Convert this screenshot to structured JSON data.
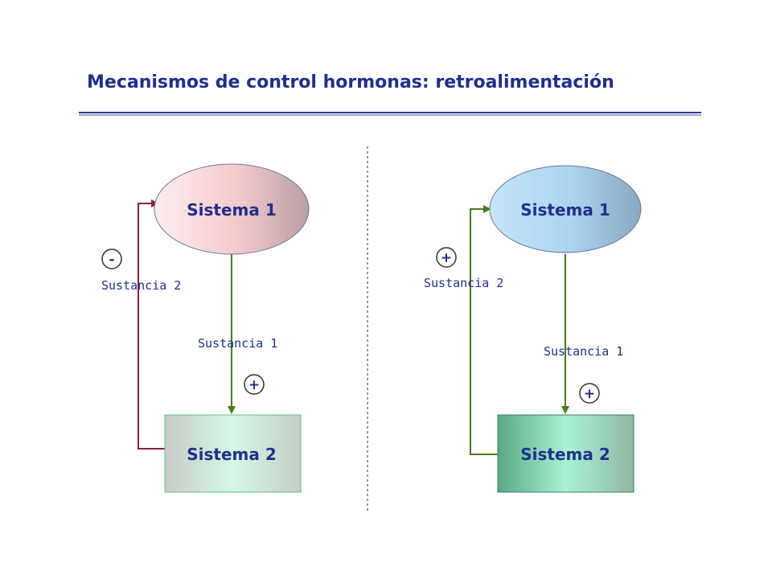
{
  "title": "Mecanismos de control hormonas: retroalimentación",
  "colors": {
    "title": "#1f2f8f",
    "underline": "#2b3a8f",
    "green_arrow": "#4a7a1e",
    "maroon_arrow": "#8b1c48",
    "left_ellipse": "#f3c9cb",
    "left_box": "#c9f0dc",
    "right_ellipse": "#a9d3f0",
    "right_box": "#8ed8b6"
  },
  "left": {
    "system1": "Sistema 1",
    "system2": "Sistema 2",
    "substance1": "Sustancia 1",
    "substance2": "Sustancia 2",
    "forward_sign": "+",
    "feedback_sign": "-"
  },
  "right": {
    "system1": "Sistema 1",
    "system2": "Sistema 2",
    "substance1": "Sustancia 1",
    "substance2": "Sustancia 2",
    "forward_sign": "+",
    "feedback_sign": "+"
  }
}
